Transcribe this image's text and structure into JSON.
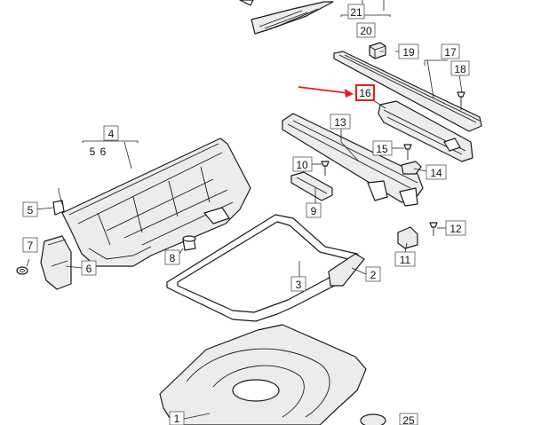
{
  "colors": {
    "line": "#1a1a1a",
    "highlight": "#e11d1d",
    "background": "#ffffff"
  },
  "callouts": {
    "c1": "1",
    "c2": "2",
    "c3": "3",
    "c4": "4",
    "c5": "5",
    "c5b": "5",
    "c6": "6",
    "c6b": "6",
    "c7": "7",
    "c8": "8",
    "c9": "9",
    "c10": "10",
    "c11": "11",
    "c12": "12",
    "c13": "13",
    "c14": "14",
    "c15": "15",
    "c16": "16",
    "c17": "17",
    "c18": "18",
    "c19": "19",
    "c20": "20",
    "c21": "21",
    "c25": "25"
  }
}
